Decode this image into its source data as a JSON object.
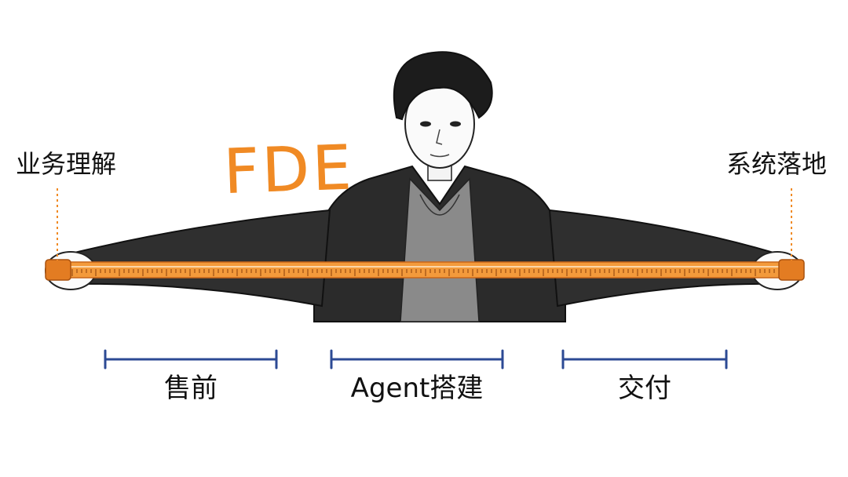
{
  "title": "FDE",
  "left_label": "业务理解",
  "right_label": "系统落地",
  "phases": [
    {
      "label": "售前"
    },
    {
      "label": "Agent搭建"
    },
    {
      "label": "交付"
    }
  ],
  "colors": {
    "accent": "#f08a24",
    "bracket": "#2c4a94",
    "ink": "#111111"
  }
}
